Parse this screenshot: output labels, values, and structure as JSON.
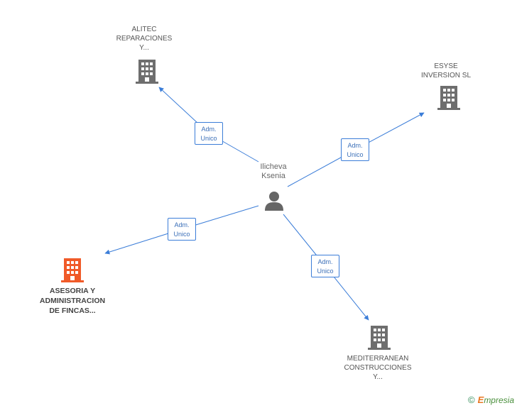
{
  "center": {
    "name": "Ilicheva\nKsenia",
    "name_line1": "Ilicheva",
    "name_line2": "Ksenia",
    "icon": "person-icon"
  },
  "companies": [
    {
      "key": "alitec",
      "line1": "ALITEC",
      "line2": "REPARACIONES",
      "line3": "Y...",
      "icon": "building-icon",
      "color": "#6e6e6e"
    },
    {
      "key": "esyse",
      "line1": "ESYSE",
      "line2": "INVERSION SL",
      "icon": "building-icon",
      "color": "#6e6e6e"
    },
    {
      "key": "asesoria",
      "line1": "ASESORIA Y",
      "line2": "ADMINISTRACION",
      "line3": "DE FINCAS...",
      "icon": "building-icon",
      "color": "#f05a28"
    },
    {
      "key": "mediterranean",
      "line1": "MEDITERRANEAN",
      "line2": "CONSTRUCCIONES",
      "line3": "Y...",
      "icon": "building-icon",
      "color": "#6e6e6e"
    }
  ],
  "edges": [
    {
      "target": "alitec",
      "role_line1": "Adm.",
      "role_line2": "Unico"
    },
    {
      "target": "esyse",
      "role_line1": "Adm.",
      "role_line2": "Unico"
    },
    {
      "target": "asesoria",
      "role_line1": "Adm.",
      "role_line2": "Unico"
    },
    {
      "target": "mediterranean",
      "role_line1": "Adm.",
      "role_line2": "Unico"
    }
  ],
  "colors": {
    "edge": "#3b7dd8",
    "building": "#6e6e6e",
    "building_focus": "#f05a28",
    "person": "#666666"
  },
  "credit": {
    "symbol": "©",
    "brand_first": "E",
    "brand_rest": "mpresia"
  }
}
